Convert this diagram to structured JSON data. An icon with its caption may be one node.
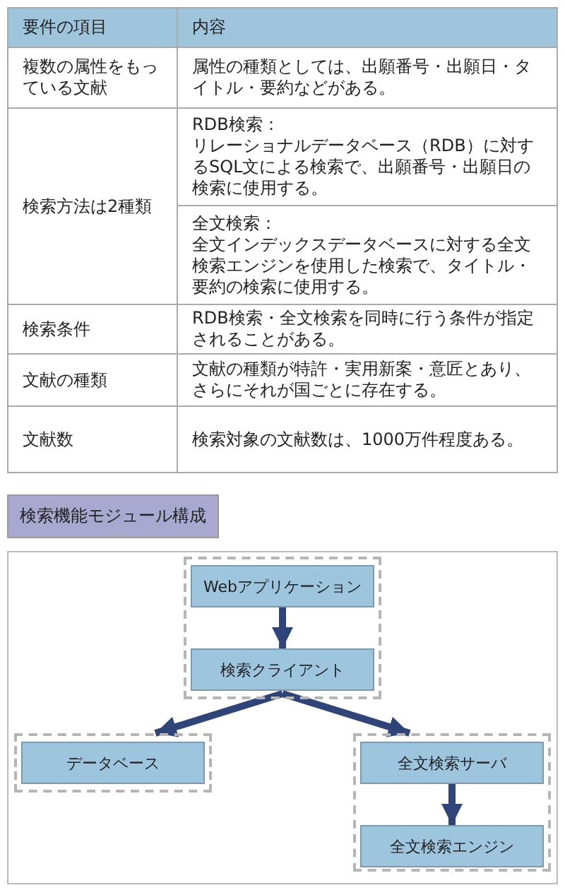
{
  "diagram": {
    "title": "検索機能モジュール構成",
    "nodes": [
      {
        "text": [],
        "shape": "box"
      },
      {
        "text": [
          "Webアプリケーション"
        ],
        "in": 0
      },
      {
        "text": [
          "検索クライアント"
        ],
        "in": 0
      },
      {
        "text": [],
        "shape": "box"
      },
      {
        "text": [
          "データベース"
        ],
        "in": 3
      },
      {
        "text": [],
        "shape": "box"
      },
      {
        "text": [
          "全文検索サーバ"
        ],
        "in": 5
      },
      {
        "text": [
          "全文検索エンジン"
        ],
        "in": 5
      }
    ],
    "edges": [
      {
        "from": 1,
        "to": 2,
        "arrow": "to"
      },
      {
        "from": 2,
        "to": 3,
        "arrow": "to"
      },
      {
        "from": 2,
        "to": 5,
        "arrow": "to"
      },
      {
        "from": 6,
        "to": 7,
        "arrow": "to"
      }
    ],
    "labels": [
      "要件の項目",
      "内容",
      "複数の属性をもっている文献",
      "属性の種類としては、出願番号・出願日・タイトル・要約などがある。",
      "検索方法は2種類",
      "RDB検索：",
      "リレーショナルデータベース（RDB）に対するSQL文による検索で、出願番号・出願日の検索に使用する。",
      "全文検索：",
      "全文インデックスデータベースに対する全文検索エンジンを使用した検索で、タイトル・要約の検索に使用する。",
      "検索条件",
      "RDB検索・全文検索を同時に行う条件が指定されることがある。",
      "文献の種類",
      "文献の種類が特許・実用新案・意匠とあり、さらにそれが国ごとに存在する。",
      "文献数",
      "検索対象の文献数は、1000万件程度ある。"
    ]
  }
}
